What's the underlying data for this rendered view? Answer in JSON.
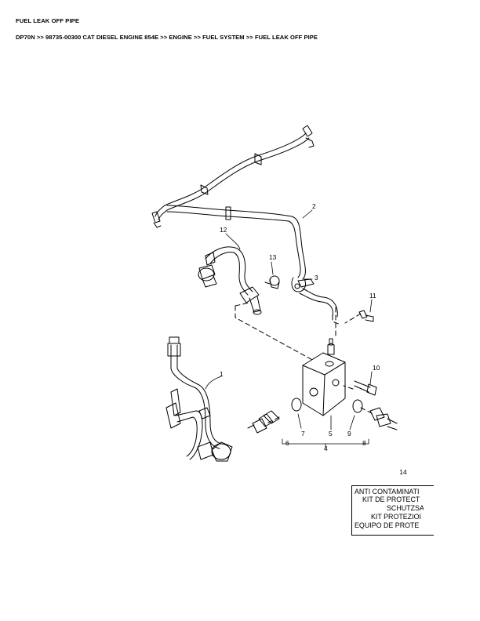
{
  "header": {
    "title": "FUEL LEAK OFF PIPE",
    "breadcrumb": "DP70N >> 98735-00300 CAT DIESEL ENGINE 854E >> ENGINE >> FUEL SYSTEM >> FUEL LEAK OFF PIPE"
  },
  "callouts": [
    {
      "id": "c1",
      "label": "1"
    },
    {
      "id": "c2",
      "label": "2"
    },
    {
      "id": "c3",
      "label": "3"
    },
    {
      "id": "c4",
      "label": "4"
    },
    {
      "id": "c5",
      "label": "5"
    },
    {
      "id": "c6",
      "label": "6"
    },
    {
      "id": "c7",
      "label": "7"
    },
    {
      "id": "c8",
      "label": "8"
    },
    {
      "id": "c9",
      "label": "9"
    },
    {
      "id": "c10",
      "label": "10"
    },
    {
      "id": "c11",
      "label": "11"
    },
    {
      "id": "c12",
      "label": "12"
    },
    {
      "id": "c13",
      "label": "13"
    }
  ],
  "kit": {
    "number": "14",
    "lines": [
      "ANTI CONTAMINATI",
      "KIT DE PROTECT",
      "SCHUTZSATZ",
      "KIT PROTEZIOI",
      "EQUIPO DE PROTE"
    ]
  }
}
